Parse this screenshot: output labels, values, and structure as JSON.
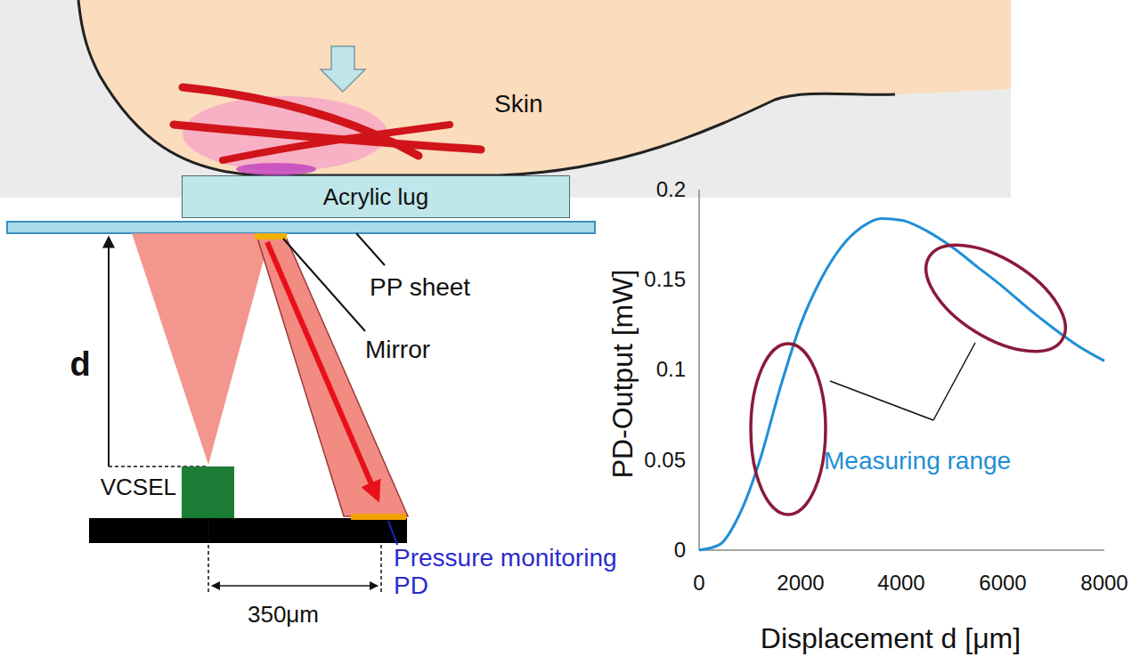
{
  "diagram": {
    "nodes": [
      {
        "text": [
          "Skin"
        ]
      },
      {
        "text": [
          "Acrylic lug"
        ]
      },
      {
        "text": [
          "VCSEL"
        ]
      }
    ],
    "labels": [
      "PP sheet",
      "Mirror",
      "d",
      "350μm",
      "Pressure monitoring PD",
      "Measuring range",
      "0.2",
      "0.15",
      "0.1",
      "0.05",
      "0",
      "0",
      "2000",
      "4000",
      "6000",
      "8000",
      "PD-Output [mW]",
      "Displacement d [μm]"
    ]
  }
}
